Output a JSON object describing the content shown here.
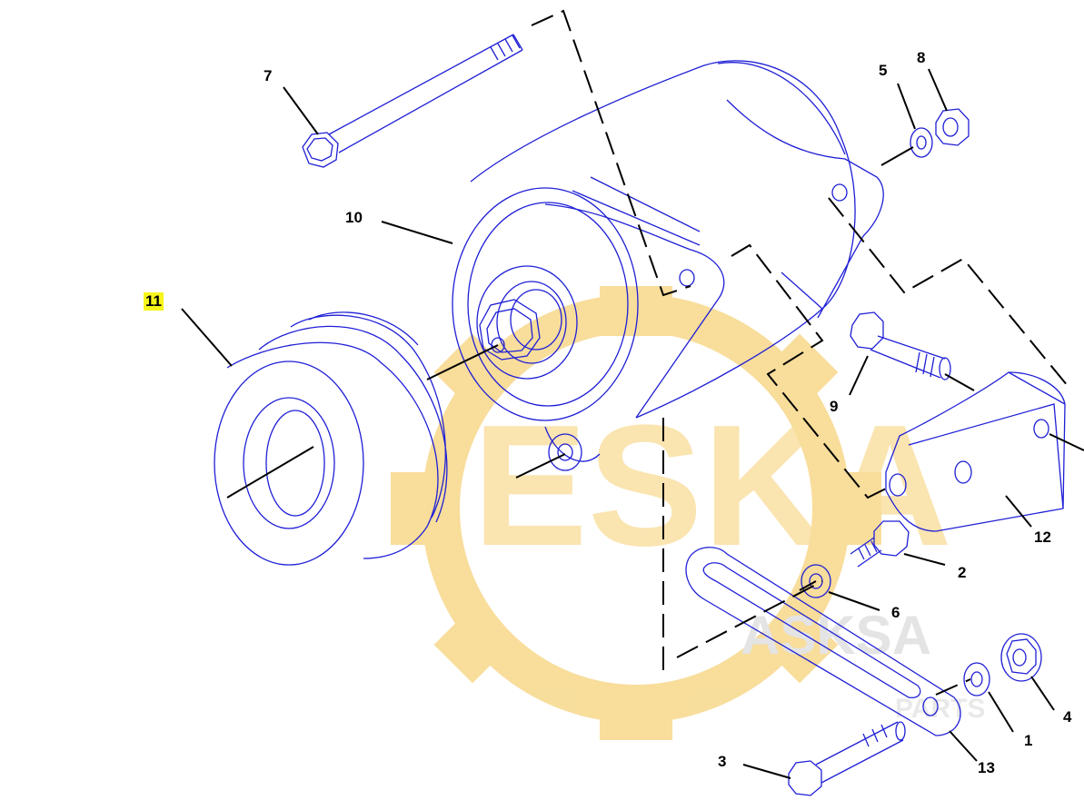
{
  "diagram": {
    "watermark": {
      "brand": "ESKA",
      "subtext": "ASKSA",
      "small": "PARTS"
    },
    "colors": {
      "line_art": "#1f1fd6",
      "leaders": "#000000",
      "watermark": "#f3c24b",
      "highlight": "#f7f51a"
    },
    "highlighted_callout": "11",
    "callouts": [
      {
        "key": "c1",
        "label": "1"
      },
      {
        "key": "c2",
        "label": "2"
      },
      {
        "key": "c3",
        "label": "3"
      },
      {
        "key": "c4",
        "label": "4"
      },
      {
        "key": "c5",
        "label": "5"
      },
      {
        "key": "c6",
        "label": "6"
      },
      {
        "key": "c7",
        "label": "7"
      },
      {
        "key": "c8",
        "label": "8"
      },
      {
        "key": "c9",
        "label": "9"
      },
      {
        "key": "c10",
        "label": "10"
      },
      {
        "key": "c11",
        "label": "11"
      },
      {
        "key": "c12",
        "label": "12"
      },
      {
        "key": "c13",
        "label": "13"
      }
    ]
  }
}
